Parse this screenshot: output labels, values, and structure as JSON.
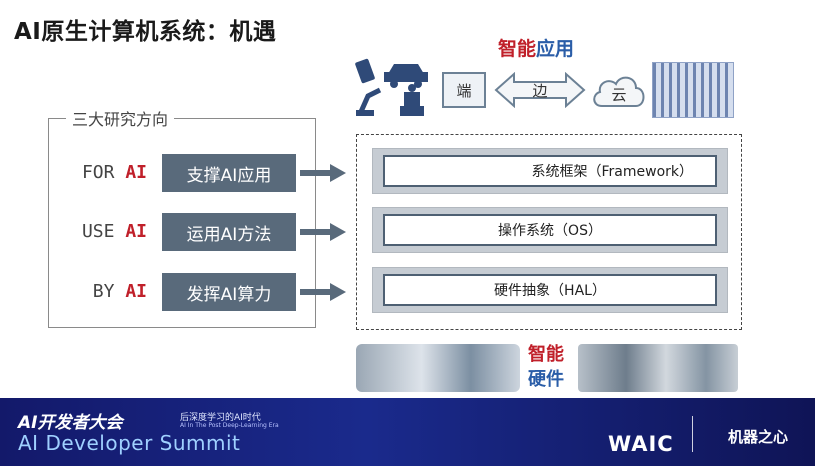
{
  "title": "AI原生计算机系统：机遇",
  "top_right": {
    "smart_app_part1": "智能",
    "smart_app_part2": "应用",
    "duan": "端",
    "bian": "边",
    "yun": "云"
  },
  "directions": {
    "title": "三大研究方向",
    "rows": [
      {
        "prefix": "FOR ",
        "ai": "AI",
        "button": "支撑AI应用"
      },
      {
        "prefix": "USE ",
        "ai": "AI",
        "button": "运用AI方法"
      },
      {
        "prefix": "BY ",
        "ai": "AI",
        "button": "发挥AI算力"
      }
    ]
  },
  "stack": {
    "layers": [
      {
        "label": "系统框架（Framework）"
      },
      {
        "label": "操作系统（OS）"
      },
      {
        "label": "硬件抽象（HAL）"
      }
    ]
  },
  "smart_hw": {
    "line1": "智能",
    "line2": "硬件"
  },
  "footer": {
    "cn": "AI开发者大会",
    "sub1": "后深度学习的AI时代",
    "sub2": "AI In The Post Deep-Learning Era",
    "en": "AI Developer Summit",
    "waic": "WAIC",
    "brand": "机器之心"
  },
  "colors": {
    "accent_red": "#c0202a",
    "accent_blue": "#2a5da8",
    "button_bg": "#596a7b",
    "footer_bg": "#13196a"
  }
}
